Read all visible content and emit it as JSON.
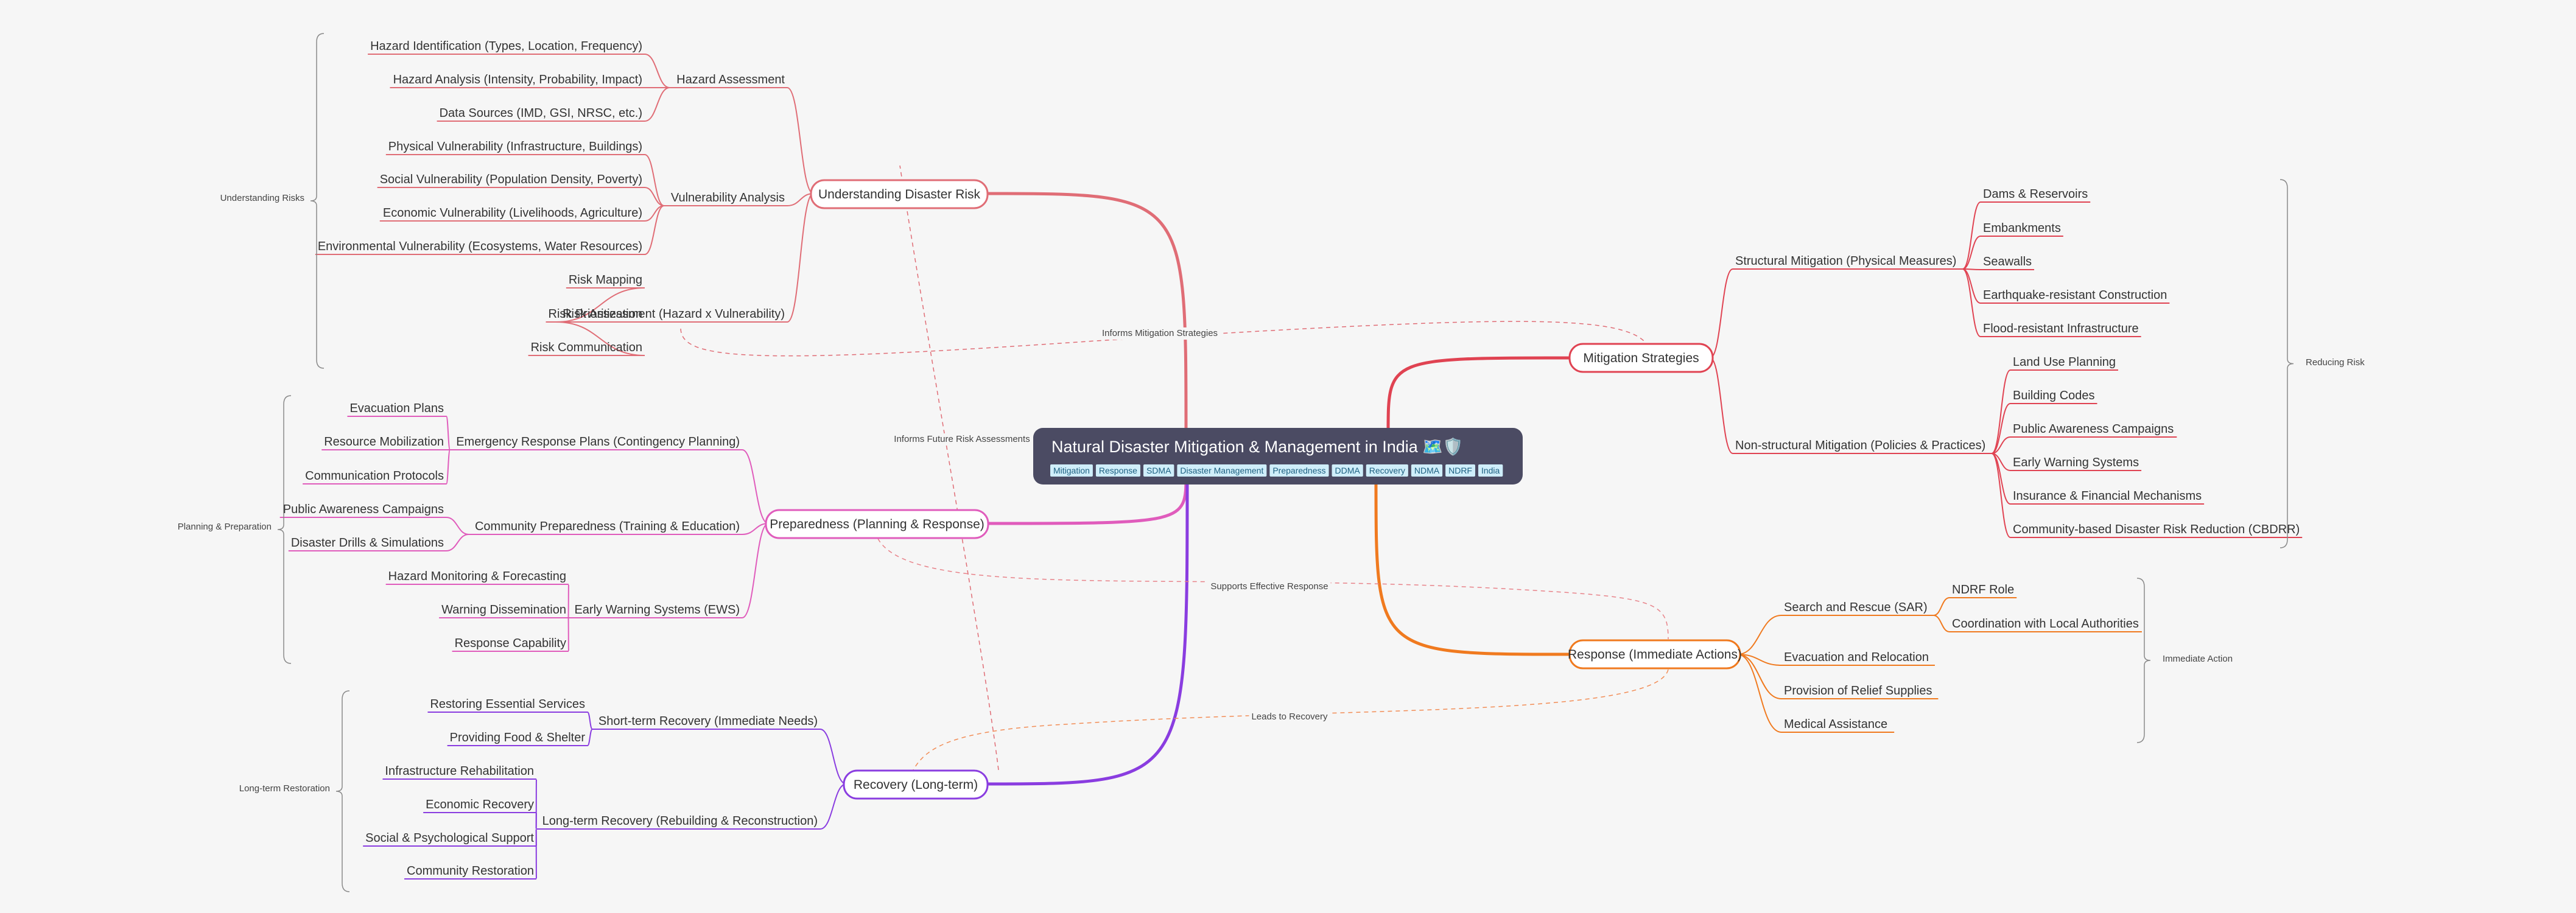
{
  "root": {
    "title": "Natural Disaster Mitigation & Management in India 🗺️🛡️",
    "tags": [
      "Mitigation",
      "Response",
      "SDMA",
      "Disaster Management",
      "Preparedness",
      "DDMA",
      "Recovery",
      "NDMA",
      "NDRF",
      "India"
    ],
    "fill": "#4b4b63",
    "tag_fill": "#cfeefa"
  },
  "branches": [
    {
      "id": "understanding",
      "label": "Understanding Disaster Risk",
      "color": "#e06d76",
      "group_label": "Understanding Risks",
      "subtopics": [
        {
          "label": "Hazard Assessment",
          "children": [
            "Hazard Identification (Types, Location, Frequency)",
            "Hazard Analysis (Intensity, Probability, Impact)",
            "Data Sources (IMD, GSI, NRSC, etc.)"
          ]
        },
        {
          "label": "Vulnerability Analysis",
          "children": [
            "Physical Vulnerability (Infrastructure, Buildings)",
            "Social Vulnerability (Population Density, Poverty)",
            "Economic Vulnerability (Livelihoods, Agriculture)",
            "Environmental Vulnerability (Ecosystems, Water Resources)"
          ]
        },
        {
          "label": "Risk Assessment (Hazard x Vulnerability)",
          "children": [
            "Risk Mapping",
            "Risk Prioritization",
            "Risk Communication"
          ]
        }
      ]
    },
    {
      "id": "preparedness",
      "label": "Preparedness (Planning & Response)",
      "color": "#e05cbc",
      "group_label": "Planning & Preparation",
      "subtopics": [
        {
          "label": "Emergency Response Plans (Contingency Planning)",
          "children": [
            "Evacuation Plans",
            "Resource Mobilization",
            "Communication Protocols"
          ]
        },
        {
          "label": "Community Preparedness (Training & Education)",
          "children": [
            "Public Awareness Campaigns",
            "Disaster Drills & Simulations"
          ]
        },
        {
          "label": "Early Warning Systems (EWS)",
          "children": [
            "Hazard Monitoring & Forecasting",
            "Warning Dissemination",
            "Response Capability"
          ]
        }
      ]
    },
    {
      "id": "recovery",
      "label": "Recovery (Long-term)",
      "color": "#8a3de0",
      "group_label": "Long-term Restoration",
      "subtopics": [
        {
          "label": "Short-term Recovery (Immediate Needs)",
          "children": [
            "Restoring Essential Services",
            "Providing Food & Shelter"
          ]
        },
        {
          "label": "Long-term Recovery (Rebuilding & Reconstruction)",
          "children": [
            "Infrastructure Rehabilitation",
            "Economic Recovery",
            "Social & Psychological Support",
            "Community Restoration"
          ]
        }
      ]
    },
    {
      "id": "mitigation",
      "label": "Mitigation Strategies",
      "color": "#e04352",
      "group_label": "Reducing Risk",
      "subtopics": [
        {
          "label": "Structural Mitigation (Physical Measures)",
          "children": [
            "Dams & Reservoirs",
            "Embankments",
            "Seawalls",
            "Earthquake-resistant Construction",
            "Flood-resistant Infrastructure"
          ]
        },
        {
          "label": "Non-structural Mitigation (Policies & Practices)",
          "children": [
            "Land Use Planning",
            "Building Codes",
            "Public Awareness Campaigns",
            "Early Warning Systems",
            "Insurance & Financial Mechanisms",
            "Community-based Disaster Risk Reduction (CBDRR)"
          ]
        }
      ]
    },
    {
      "id": "response",
      "label": "Response (Immediate Actions)",
      "color": "#f07a1f",
      "group_label": "Immediate Action",
      "subtopics": [
        {
          "label": "Search and Rescue (SAR)",
          "children": [
            "NDRF Role",
            "Coordination with Local Authorities"
          ]
        },
        {
          "label": "Evacuation and Relocation",
          "children": []
        },
        {
          "label": "Provision of Relief Supplies",
          "children": []
        },
        {
          "label": "Medical Assistance",
          "children": []
        }
      ]
    }
  ],
  "relationships": [
    {
      "label": "Informs Mitigation Strategies"
    },
    {
      "label": "Informs Future Risk Assessments"
    },
    {
      "label": "Supports Effective Response"
    },
    {
      "label": "Leads to Recovery"
    }
  ]
}
